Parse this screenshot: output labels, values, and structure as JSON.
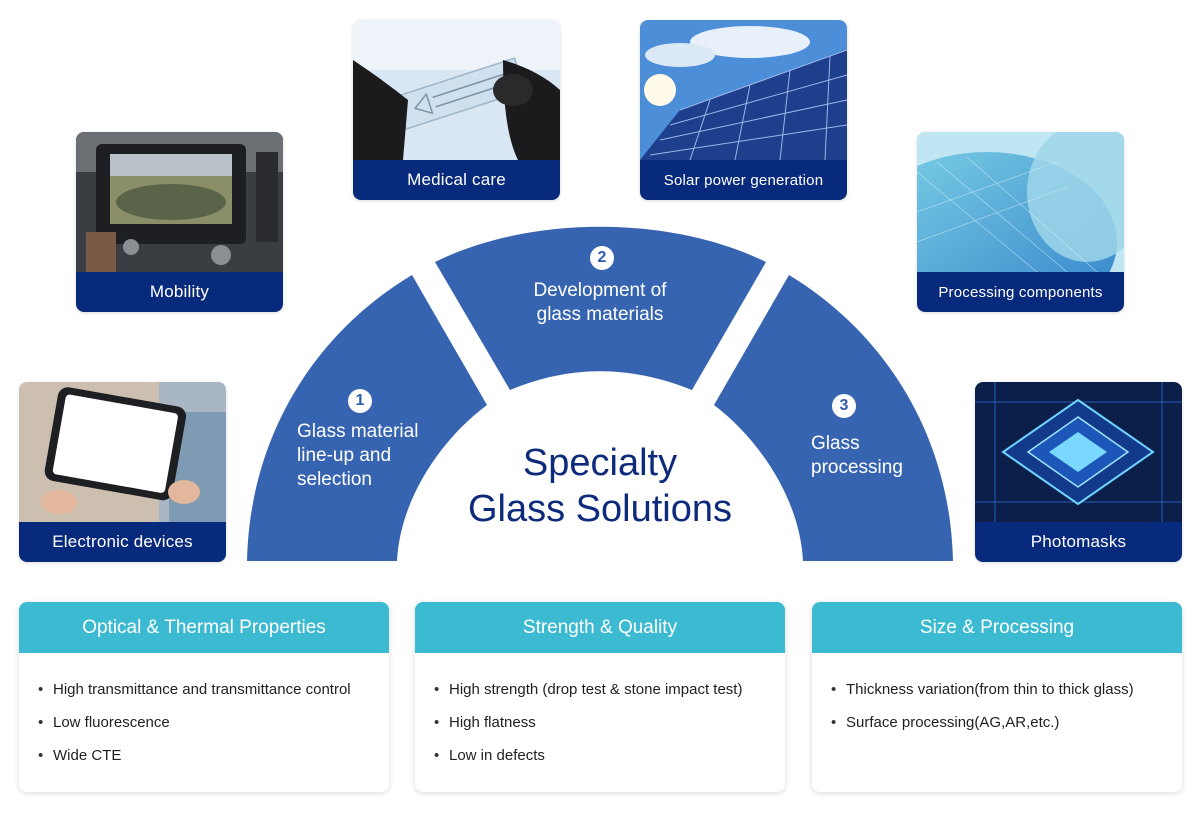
{
  "title_lines": [
    "Specialty",
    "Glass Solutions"
  ],
  "applications": [
    {
      "label": "Mobility"
    },
    {
      "label": "Medical care"
    },
    {
      "label": "Solar power generation"
    },
    {
      "label": "Processing components"
    },
    {
      "label": "Electronic devices"
    },
    {
      "label": "Photomasks"
    }
  ],
  "segments": [
    {
      "number": "1",
      "lines": [
        "Glass material",
        "line-up and",
        "selection"
      ]
    },
    {
      "number": "2",
      "lines": [
        "Development of",
        "glass materials"
      ]
    },
    {
      "number": "3",
      "lines": [
        "Glass",
        "processing"
      ]
    }
  ],
  "properties": [
    {
      "title": "Optical & Thermal Properties",
      "items": [
        "High transmittance and transmittance control",
        "Low fluorescence",
        "Wide CTE"
      ]
    },
    {
      "title": "Strength & Quality",
      "items": [
        "High strength (drop test & stone impact test)",
        "High flatness",
        "Low in defects"
      ]
    },
    {
      "title": "Size & Processing",
      "items": [
        "Thickness variation(from thin to thick glass)",
        "Surface processing(AG,AR,etc.)"
      ]
    }
  ],
  "colors": {
    "arch_blue": "#3664b0",
    "label_navy": "#082a7c",
    "title_navy": "#0d2b7a",
    "header_teal": "#3cbad2"
  }
}
